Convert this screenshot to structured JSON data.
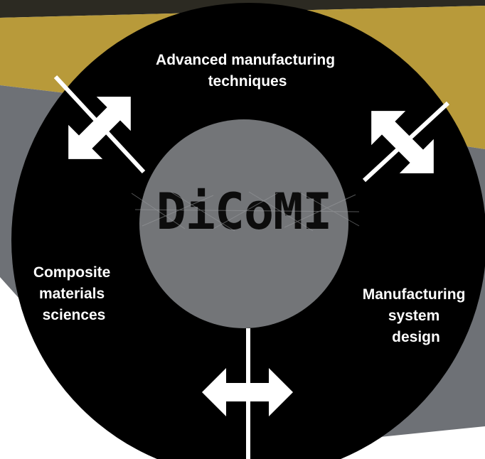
{
  "diagram": {
    "center_logo": "DiCoMI",
    "segments": [
      {
        "id": "top",
        "lines": [
          "Advanced manufacturing",
          "techniques"
        ]
      },
      {
        "id": "left",
        "lines": [
          "Composite",
          "materials",
          "sciences"
        ]
      },
      {
        "id": "right",
        "lines": [
          "Manufacturing",
          "system",
          "design"
        ]
      }
    ]
  },
  "colors": {
    "background_gold": "#b89a3a",
    "background_gray": "#6e7176",
    "background_dark": "#2c2a22",
    "ring": "#000000",
    "center": "#737578",
    "arrow": "#ffffff",
    "label_text": "#ffffff"
  },
  "icons": [
    "double-arrow-icon"
  ]
}
